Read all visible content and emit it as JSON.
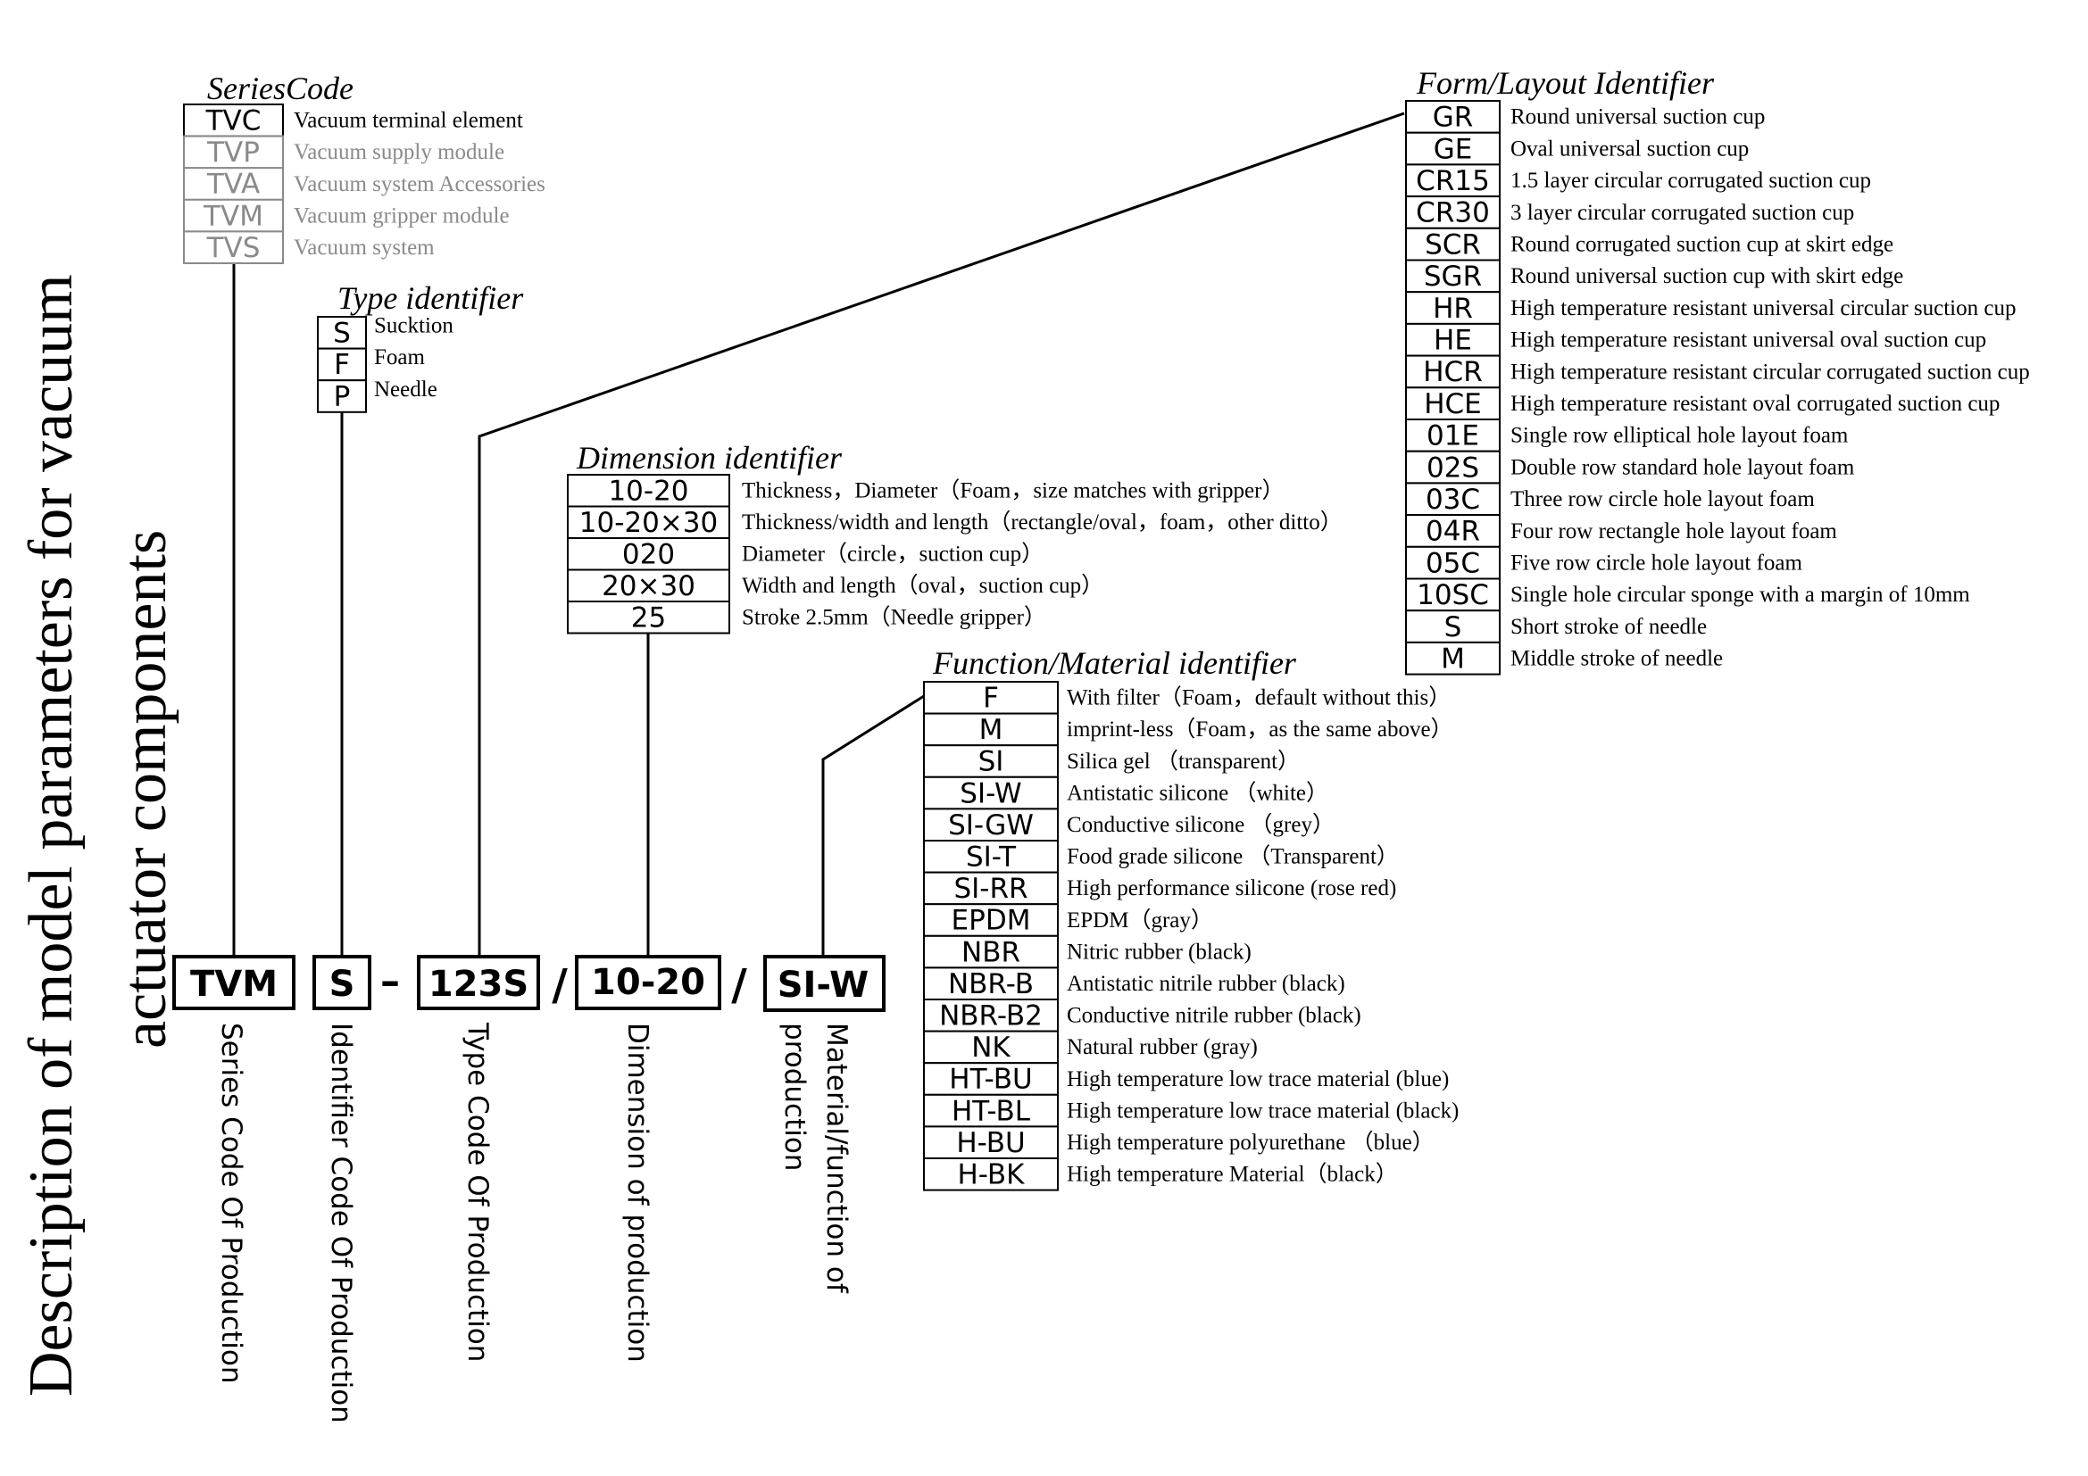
{
  "title_line1": "Description of model parameters for vacuum",
  "title_line2": "actuator components",
  "model": {
    "series": "TVM",
    "identifier": "S",
    "dash": "–",
    "type": "123S",
    "slash1": "/",
    "dimension": "10-20",
    "slash2": "/",
    "material": "SI-W"
  },
  "vertical_labels": {
    "series": "Series Code Of Production",
    "identifier": "Identifier Code Of Production",
    "type": "Type Code Of Production",
    "dimension": "Dimension of production",
    "material_line1": "Material/function of",
    "material_line2": "production"
  },
  "series_code": {
    "heading": "SeriesCode",
    "rows": [
      {
        "code": "TVC",
        "desc": "Vacuum terminal element",
        "muted": false
      },
      {
        "code": "TVP",
        "desc": "Vacuum supply module",
        "muted": true
      },
      {
        "code": "TVA",
        "desc": "Vacuum system Accessories",
        "muted": true
      },
      {
        "code": "TVM",
        "desc": "Vacuum gripper module",
        "muted": true
      },
      {
        "code": "TVS",
        "desc": "Vacuum system",
        "muted": true
      }
    ]
  },
  "type_identifier": {
    "heading": "Type identifier",
    "rows": [
      {
        "code": "S",
        "desc": "Sucktion"
      },
      {
        "code": "F",
        "desc": "Foam"
      },
      {
        "code": "P",
        "desc": "Needle"
      }
    ]
  },
  "dimension_identifier": {
    "heading": "Dimension identifier",
    "rows": [
      {
        "code": "10-20",
        "desc": "Thickness，Diameter（Foam，size matches with gripper）"
      },
      {
        "code": "10-20×30",
        "desc": "Thickness/width and length（rectangle/oval，foam，other ditto）"
      },
      {
        "code": "020",
        "desc": "Diameter（circle，suction cup）"
      },
      {
        "code": "20×30",
        "desc": "Width and length（oval，suction cup）"
      },
      {
        "code": "25",
        "desc": "Stroke 2.5mm（Needle gripper）"
      }
    ]
  },
  "form_layout": {
    "heading": "Form/Layout Identifier",
    "rows": [
      {
        "code": "GR",
        "desc": "Round universal suction cup"
      },
      {
        "code": "GE",
        "desc": "Oval universal suction cup"
      },
      {
        "code": "CR15",
        "desc": "1.5 layer circular corrugated suction cup"
      },
      {
        "code": "CR30",
        "desc": "3 layer circular corrugated suction cup"
      },
      {
        "code": "SCR",
        "desc": "Round corrugated suction cup at skirt edge"
      },
      {
        "code": "SGR",
        "desc": "Round universal suction cup with skirt edge"
      },
      {
        "code": "HR",
        "desc": "High temperature resistant universal circular suction cup"
      },
      {
        "code": "HE",
        "desc": "High temperature resistant universal oval suction cup"
      },
      {
        "code": "HCR",
        "desc": "High temperature resistant circular corrugated suction cup"
      },
      {
        "code": "HCE",
        "desc": "High temperature resistant oval corrugated suction cup"
      },
      {
        "code": "01E",
        "desc": "Single row elliptical hole layout foam"
      },
      {
        "code": "02S",
        "desc": "Double row standard hole layout foam"
      },
      {
        "code": "03C",
        "desc": "Three row circle hole layout foam"
      },
      {
        "code": "04R",
        "desc": "Four row rectangle hole layout foam"
      },
      {
        "code": "05C",
        "desc": "Five row circle hole layout foam"
      },
      {
        "code": "10SC",
        "desc": "Single hole circular sponge with a margin of 10mm"
      },
      {
        "code": "S",
        "desc": "Short stroke of needle"
      },
      {
        "code": "M",
        "desc": "Middle stroke of needle"
      }
    ]
  },
  "function_material": {
    "heading": "Function/Material identifier",
    "rows": [
      {
        "code": "F",
        "desc": "With filter（Foam，default without this）"
      },
      {
        "code": "M",
        "desc": "imprint-less（Foam，as the same above）"
      },
      {
        "code": "SI",
        "desc": "Silica gel （transparent）"
      },
      {
        "code": "SI-W",
        "desc": "Antistatic silicone （white）"
      },
      {
        "code": "SI-GW",
        "desc": "Conductive silicone （grey）"
      },
      {
        "code": "SI-T",
        "desc": "Food grade silicone （Transparent）"
      },
      {
        "code": "SI-RR",
        "desc": "High performance silicone (rose red)"
      },
      {
        "code": "EPDM",
        "desc": "EPDM（gray）"
      },
      {
        "code": "NBR",
        "desc": "Nitric rubber (black)"
      },
      {
        "code": "NBR-B",
        "desc": "Antistatic nitrile rubber (black)"
      },
      {
        "code": "NBR-B2",
        "desc": "Conductive nitrile rubber (black)"
      },
      {
        "code": "NK",
        "desc": "Natural rubber (gray)"
      },
      {
        "code": "HT-BU",
        "desc": "High temperature low trace material (blue)"
      },
      {
        "code": "HT-BL",
        "desc": "High temperature low trace material (black)"
      },
      {
        "code": "H-BU",
        "desc": "High temperature polyurethane （blue）"
      },
      {
        "code": "H-BK",
        "desc": "High temperature Material（black）"
      }
    ]
  },
  "colors": {
    "ink": "#000000",
    "muted": "#8a8a8a"
  }
}
